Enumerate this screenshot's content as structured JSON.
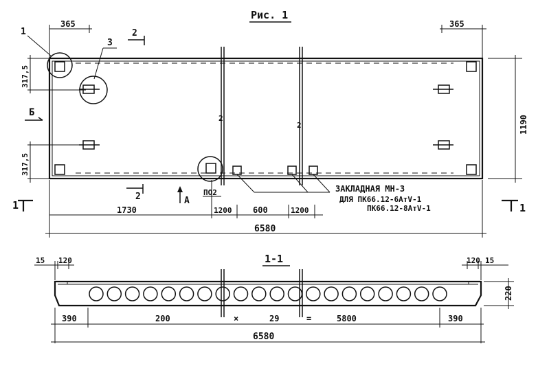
{
  "figure_title": "Рис. 1",
  "plan": {
    "dims": {
      "left_top": "365",
      "right_top": "365",
      "height": "1190",
      "edge_top": "317,5",
      "edge_bottom": "317,5",
      "offset_1730": "1730",
      "gap_a": "1200",
      "span_600": "600",
      "gap_b": "1200",
      "total_length": "6580"
    },
    "callouts": {
      "c1": "1",
      "c3": "3",
      "c2_top": "2",
      "c2_bottom": "2",
      "b": "Б",
      "a": "А",
      "po2": "ПО2",
      "sec_left": "1",
      "sec_right": "1"
    },
    "note": {
      "line1": "ЗАКЛАДНАЯ МН-3",
      "line2": "ДЛЯ ПК66.12-6АтV-1",
      "line3": "ПК66.12-8АтV-1"
    },
    "break_mark": "2"
  },
  "section": {
    "title": "1-1",
    "dims": {
      "left_15": "15",
      "left_120": "120",
      "right_120": "120",
      "right_15": "15",
      "height_220": "220",
      "end_left": "390",
      "pitch": "200",
      "times": "×",
      "count": "29",
      "eq": "=",
      "span": "5800",
      "end_right": "390",
      "total": "6580"
    },
    "voids_count": 20
  }
}
